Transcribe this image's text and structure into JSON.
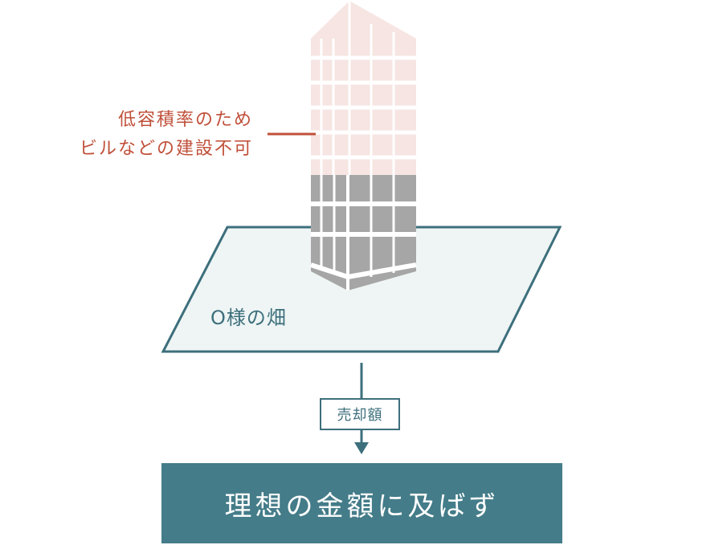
{
  "annotation": {
    "line1": "低容積率のため",
    "line2": "ビルなどの建設不可"
  },
  "field": {
    "label": "O様の畑"
  },
  "flow": {
    "tag": "売却額"
  },
  "result": {
    "label": "理想の金額に及ばず"
  },
  "colors": {
    "accent_red": "#c0503a",
    "teal": "#3d6f7c",
    "teal_box": "#447c89",
    "field_fill": "#eef5f4",
    "building_faded": "#f6e5e2",
    "building_gray": "#a6a6a6"
  }
}
